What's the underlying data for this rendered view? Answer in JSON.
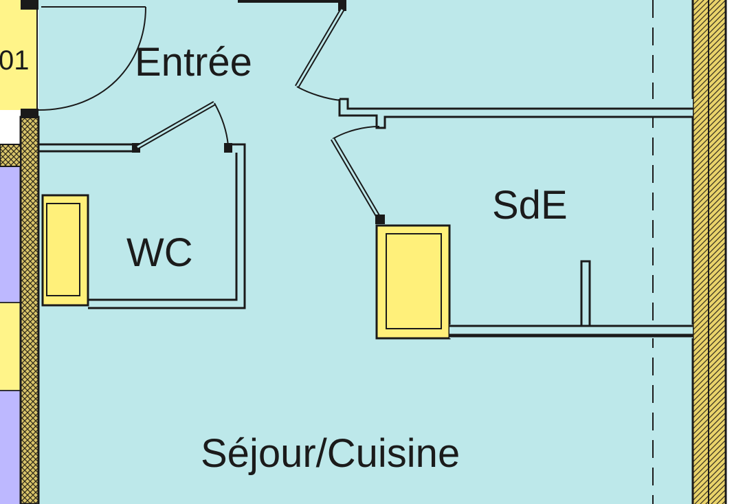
{
  "plan": {
    "colors": {
      "floor": "#bde8ea",
      "wall": "#1a1a1a",
      "hatch_wall": "#e9d36a",
      "furniture": "#fff07a",
      "neighbor_unit": "#fff489",
      "neighbor_purple": "#bdb8ff",
      "background": "#ffffff"
    },
    "rooms": {
      "entree": "Entrée",
      "wc": "WC",
      "sde": "SdE",
      "sejour": "Séjour/Cuisine"
    },
    "neighbor_label": "01"
  }
}
